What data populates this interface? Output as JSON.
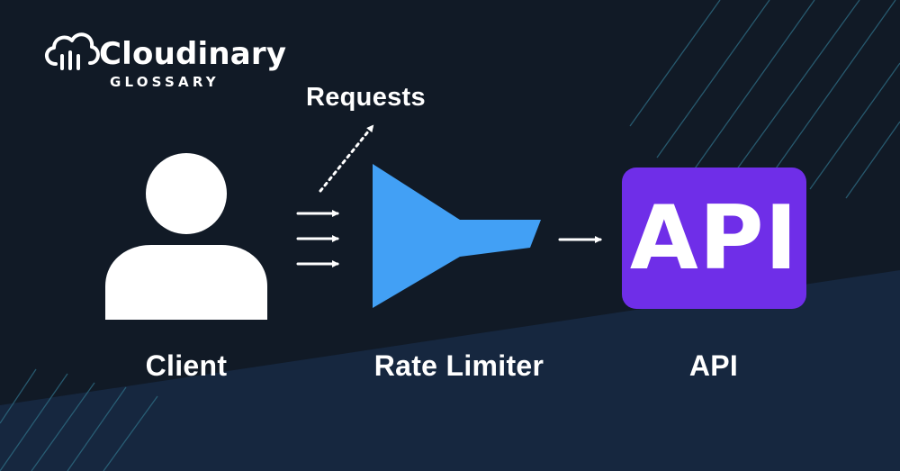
{
  "brand": {
    "name": "Cloudinary",
    "subtitle": "GLOSSARY",
    "logo_icon": "cloud-bars-icon"
  },
  "annotation": {
    "requests": "Requests"
  },
  "nodes": {
    "client": {
      "label": "Client",
      "icon": "user-icon"
    },
    "rate_limiter": {
      "label": "Rate Limiter",
      "icon": "funnel-icon",
      "color": "#42a0f5"
    },
    "api": {
      "label": "API",
      "box_text": "API",
      "icon": "api-box",
      "color": "#6f2ee8"
    }
  },
  "colors": {
    "background_top": "#111a26",
    "background_bottom": "#16273f",
    "accent_lines": "#2f6f86",
    "foreground": "#ffffff"
  }
}
